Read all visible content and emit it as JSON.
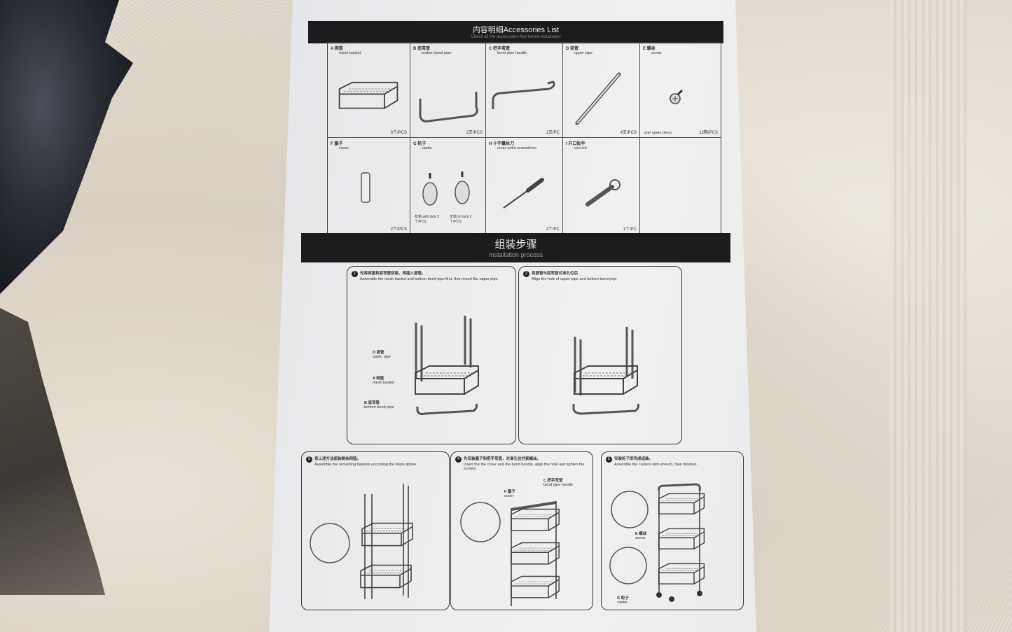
{
  "accessories": {
    "title": "内容明细Accessories List",
    "subtitle": "Check all the accessories first before installation",
    "items": [
      {
        "letter": "A",
        "zh": "网篮",
        "en": "mesh basket",
        "qty": "3个/PCS"
      },
      {
        "letter": "B",
        "zh": "底弯管",
        "en": "bottom bend pipe",
        "qty": "2支/PCS"
      },
      {
        "letter": "C",
        "zh": "把手弯管",
        "en": "bend pipe handle",
        "qty": "1支/PC"
      },
      {
        "letter": "D",
        "zh": "竖管",
        "en": "upper pipe",
        "qty": "4支/PCS"
      },
      {
        "letter": "E",
        "zh": "螺丝",
        "en": "screw",
        "qty": "12颗/PCS",
        "note": "one spare piece"
      },
      {
        "letter": "F",
        "zh": "塞子",
        "en": "cover",
        "qty": "2个/PCS"
      },
      {
        "letter": "G",
        "zh": "轮子",
        "en": "caster",
        "qty_lock": "有锁 with lock 2个/PCS",
        "qty_nolock": "无锁 no lock 2个/PCS"
      },
      {
        "letter": "H",
        "zh": "十字螺丝刀",
        "en": "cross point screwdriver",
        "qty": "1个/PC"
      },
      {
        "letter": "I",
        "zh": "开口扳手",
        "en": "wrench",
        "qty": "1个/PC"
      }
    ]
  },
  "installation": {
    "title_zh": "组装步骤",
    "title_en": "Installation process",
    "steps": [
      {
        "num": "1",
        "zh": "先将网篮和底弯管拼接，再插入竖管。",
        "en": "Assemble the mesh basket and bottom bend pipe first, then insert the upper pipe.",
        "labels": [
          {
            "zh": "D 竖管",
            "en": "upper pipe"
          },
          {
            "zh": "A 网篮",
            "en": "mesh basket"
          },
          {
            "zh": "B 底弯管",
            "en": "bottom bend pipe"
          }
        ]
      },
      {
        "num": "2",
        "zh": "将竖管与底弯管对准孔位后",
        "en": "Align the hole of upper pipe and bottom bend pipe"
      },
      {
        "num": "3",
        "zh": "按上述方法组装剩余网篮。",
        "en": "Assemble the remaining baskets according the steps above."
      },
      {
        "num": "4",
        "zh": "先安装塞子和把手弯管，对准孔位拧紧螺丝。",
        "en": "Insert the the cover and the bend handle, align the hole and tighten the screws.",
        "labels": [
          {
            "zh": "F 塞子",
            "en": "cover"
          },
          {
            "zh": "C 把手弯管",
            "en": "bend pipe handle"
          }
        ]
      },
      {
        "num": "5",
        "zh": "安装轮子即完成组装。",
        "en": "Assemble the casters with wrench, then finished.",
        "labels": [
          {
            "zh": "E 螺丝",
            "en": "screw"
          },
          {
            "zh": "G 轮子",
            "en": "caster"
          }
        ]
      }
    ]
  }
}
